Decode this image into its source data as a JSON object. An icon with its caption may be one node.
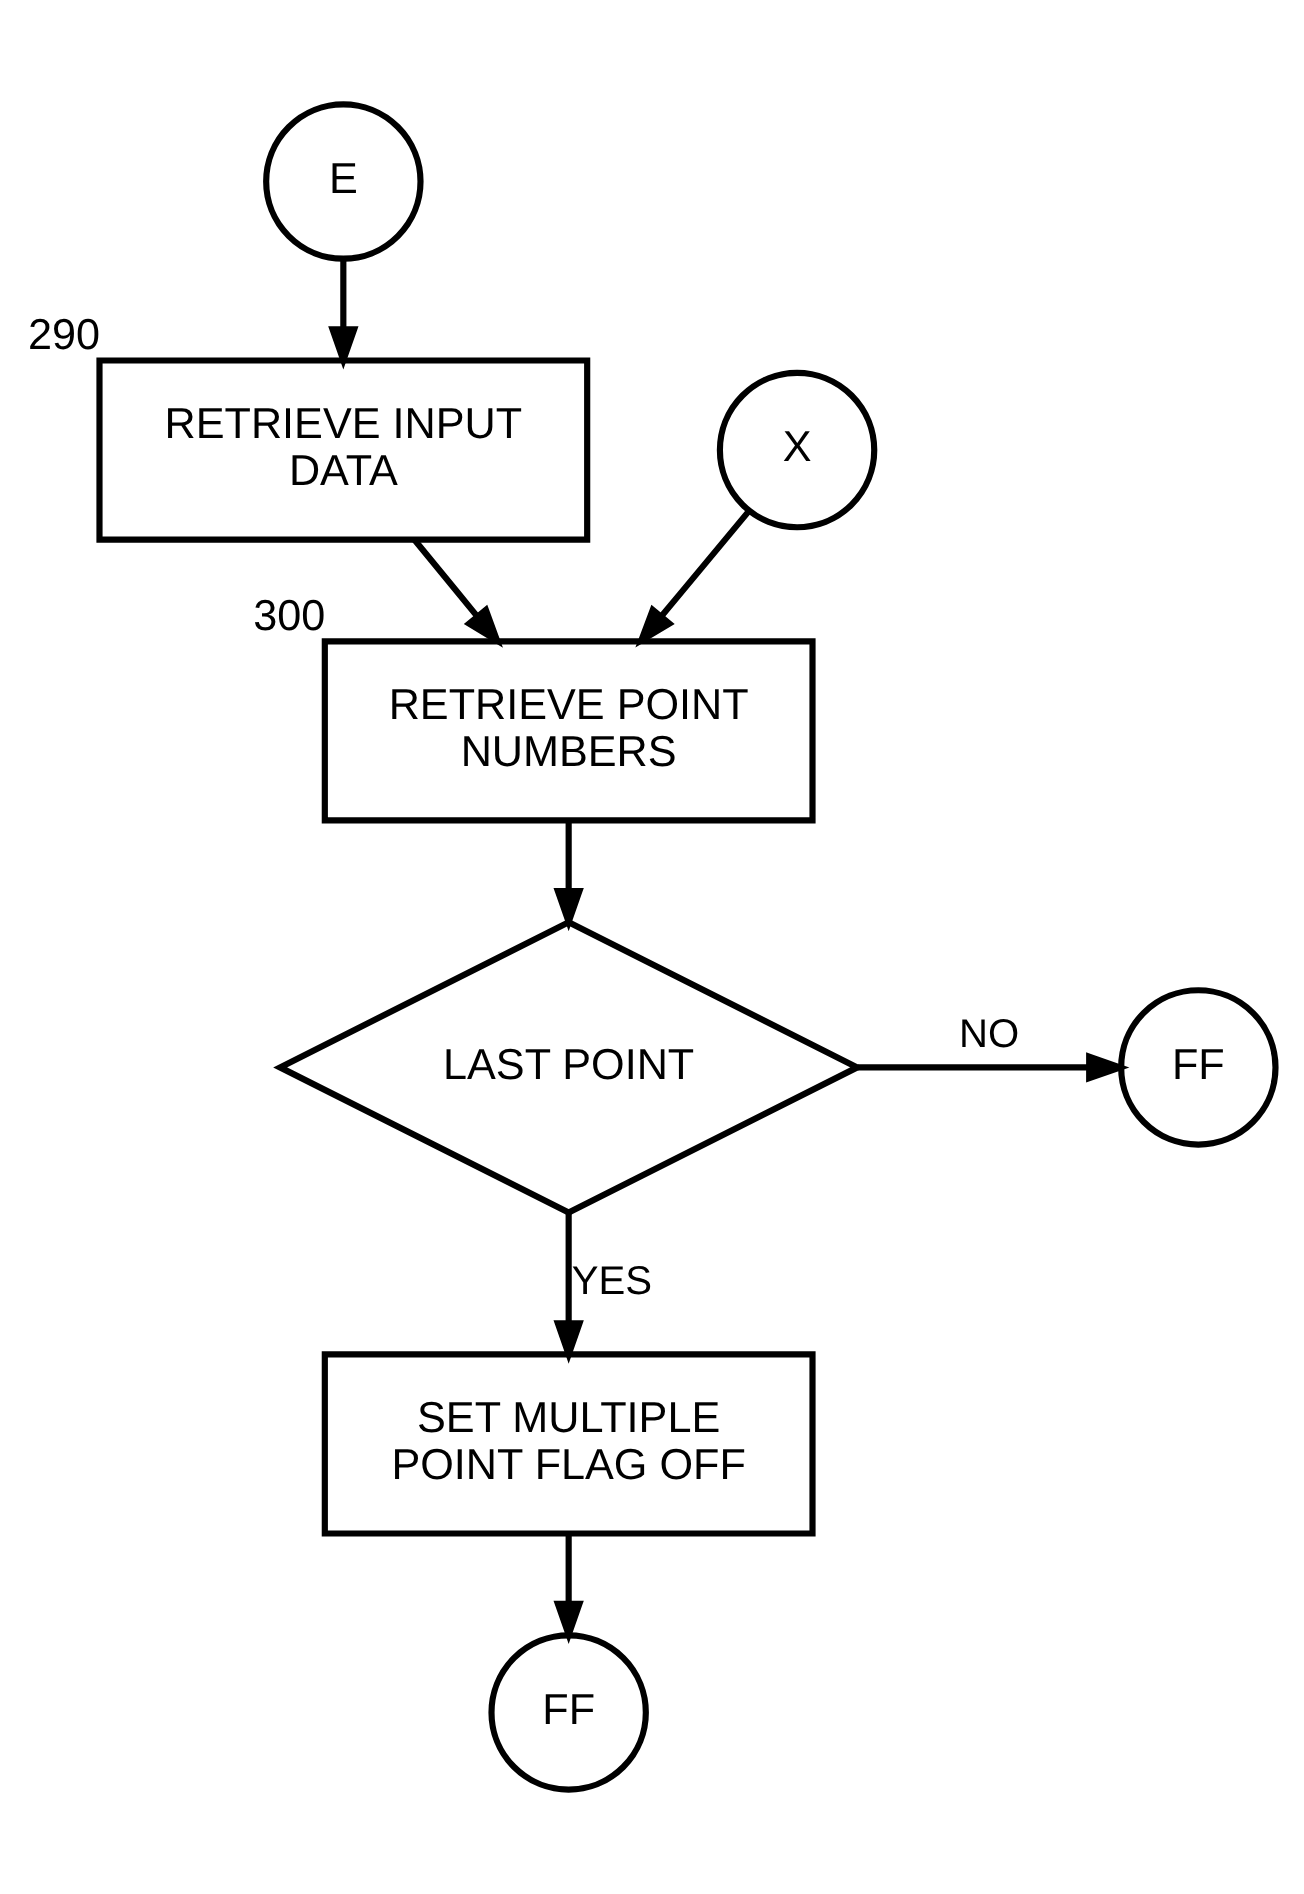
{
  "diagram": {
    "nodes": [
      {
        "text": [
          "E"
        ]
      },
      {
        "text": [
          "RETRIEVE INPUT DATA"
        ],
        "beside": [
          "290"
        ]
      },
      {
        "text": [
          "X"
        ]
      },
      {
        "text": [
          "RETRIEVE POINT NUMBERS"
        ],
        "beside": [
          "300"
        ]
      },
      {
        "text": [
          "LAST POINT"
        ]
      },
      {
        "text": [
          "FF"
        ]
      },
      {
        "text": [
          "SET MULTIPLE POINT FLAG OFF"
        ]
      },
      {
        "text": [
          "FF"
        ]
      }
    ],
    "edges": [
      {
        "from": 0,
        "to": 1,
        "arrow": "to"
      },
      {
        "from": 1,
        "to": 3,
        "arrow": "to"
      },
      {
        "from": 2,
        "to": 3,
        "arrow": "to"
      },
      {
        "from": 3,
        "to": 4,
        "arrow": "to"
      },
      {
        "from": 4,
        "to": 5,
        "arrow": "to",
        "label": "NO"
      },
      {
        "from": 4,
        "to": 6,
        "arrow": "to",
        "label": "YES"
      },
      {
        "from": 6,
        "to": 7,
        "arrow": "to"
      }
    ]
  }
}
